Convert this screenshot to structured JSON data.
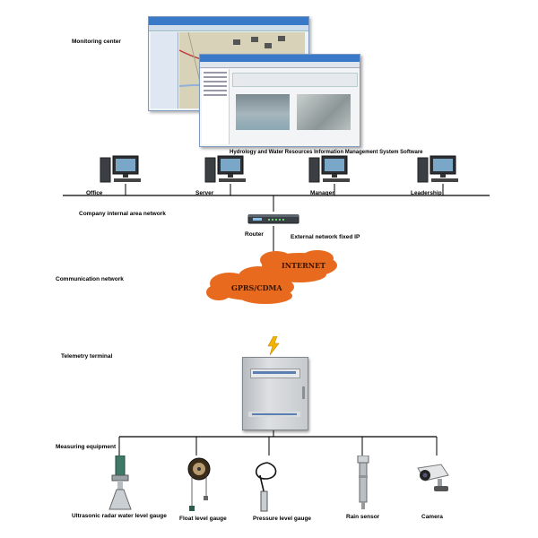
{
  "labels": {
    "monitoring_center": "Monitoring center",
    "software": "Hydrology and Water Resources Information Management System Software",
    "office": "Office",
    "server": "Server",
    "manager": "Manager",
    "leadership": "Leadership",
    "lan": "Company internal area network",
    "router": "Router",
    "external_ip": "External network fixed IP",
    "communication": "Communication network",
    "internet": "INTERNET",
    "gprs": "GPRS/CDMA",
    "telemetry": "Telemetry terminal",
    "measuring": "Measuring equipment"
  },
  "equipment": [
    {
      "label": "Ultrasonic radar water level gauge"
    },
    {
      "label": "Float level gauge"
    },
    {
      "label": "Pressure level gauge"
    },
    {
      "label": "Rain sensor"
    },
    {
      "label": "Camera"
    }
  ],
  "colors": {
    "cloud": "#e86a1e",
    "cabinet": "#cfd3d6",
    "software_titlebar": "#3a78c8",
    "lightning": "#f3b400"
  }
}
